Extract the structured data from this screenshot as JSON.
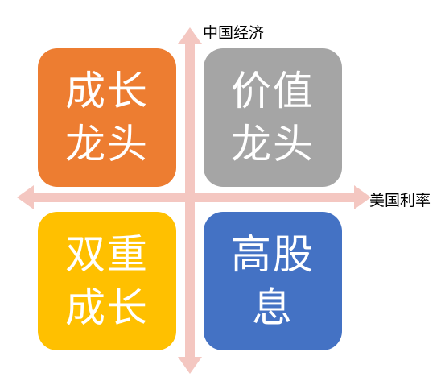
{
  "axes": {
    "y_label": "中国经济",
    "x_label": "美国利率",
    "color": "#f4c7c1"
  },
  "quadrants": [
    {
      "id": "top-left",
      "lines": [
        "成长",
        "龙头"
      ],
      "color": "#ed7d31"
    },
    {
      "id": "top-right",
      "lines": [
        "价值",
        "龙头"
      ],
      "color": "#a5a5a5"
    },
    {
      "id": "bottom-left",
      "lines": [
        "双重",
        "成长"
      ],
      "color": "#ffc000"
    },
    {
      "id": "bottom-right",
      "lines": [
        "高股",
        "息"
      ],
      "color": "#4472c4"
    }
  ]
}
